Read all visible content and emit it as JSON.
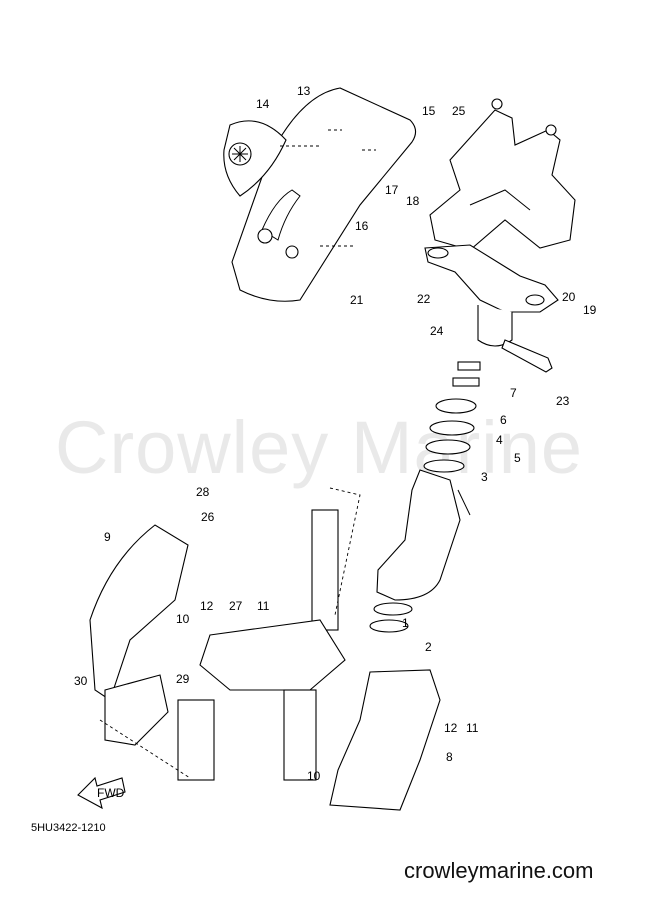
{
  "watermark": "Crowley Marine",
  "drawing_code": "5HU3422-1210",
  "website": "crowleymarine.com",
  "fwd_label": "FWD",
  "part_labels": [
    "1",
    "2",
    "3",
    "4",
    "5",
    "6",
    "7",
    "8",
    "9",
    "10",
    "10",
    "11",
    "11",
    "12",
    "12",
    "13",
    "14",
    "15",
    "16",
    "17",
    "18",
    "19",
    "20",
    "21",
    "22",
    "23",
    "24",
    "25",
    "26",
    "27",
    "28",
    "29",
    "30"
  ],
  "colors": {
    "line": "#000000",
    "watermark": "#e9e9e9",
    "background": "#ffffff"
  }
}
